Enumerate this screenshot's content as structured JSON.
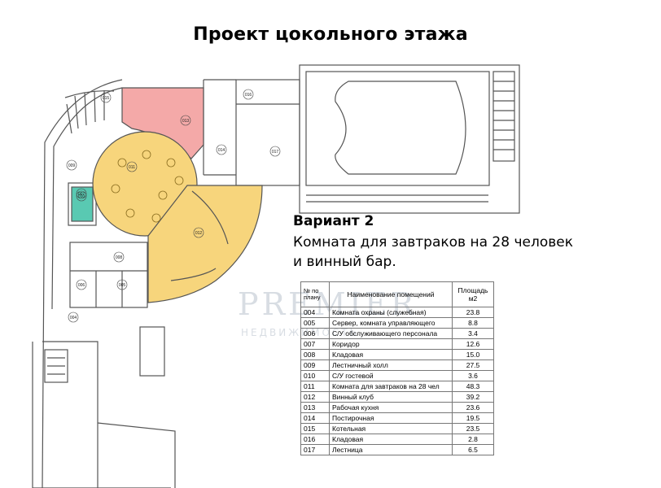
{
  "title": "Проект цокольного этажа",
  "variant": "Вариант 2",
  "description": "Комната для завтраков на 28 человек и винный бар.",
  "watermark": {
    "main": "PREMIER",
    "sub": "НЕДВИЖИМОСТЬ"
  },
  "colors": {
    "kitchen": "#f4a9a8",
    "cafe": "#f7d57c",
    "wc": "#59c9b2",
    "walls": "#555555"
  },
  "plan_labels": [
    "004",
    "005",
    "006",
    "007",
    "008",
    "009",
    "010",
    "011",
    "012",
    "013",
    "014",
    "015",
    "016",
    "017"
  ],
  "table": {
    "headers": {
      "num": "№ по плану",
      "name": "Наименование помещений",
      "area": "Площадь м2"
    },
    "rows": [
      {
        "num": "004",
        "name": "Комната охраны (служебная)",
        "area": "23.8"
      },
      {
        "num": "005",
        "name": "Сервер, комната управляющего",
        "area": "8.8"
      },
      {
        "num": "006",
        "name": "С/У обслуживающего персонала",
        "area": "3.4"
      },
      {
        "num": "007",
        "name": "Коридор",
        "area": "12.6"
      },
      {
        "num": "008",
        "name": "Кладовая",
        "area": "15.0"
      },
      {
        "num": "009",
        "name": "Лестничный холл",
        "area": "27.5"
      },
      {
        "num": "010",
        "name": "С/У гостевой",
        "area": "3.6"
      },
      {
        "num": "011",
        "name": "Комната для завтраков на 28 чел",
        "area": "48.3"
      },
      {
        "num": "012",
        "name": "Винный клуб",
        "area": "39.2"
      },
      {
        "num": "013",
        "name": "Рабочая кухня",
        "area": "23.6"
      },
      {
        "num": "014",
        "name": "Постирочная",
        "area": "19.5"
      },
      {
        "num": "015",
        "name": "Котельная",
        "area": "23.5"
      },
      {
        "num": "016",
        "name": "Кладовая",
        "area": "2.8"
      },
      {
        "num": "017",
        "name": "Лестница",
        "area": "6.5"
      }
    ]
  }
}
